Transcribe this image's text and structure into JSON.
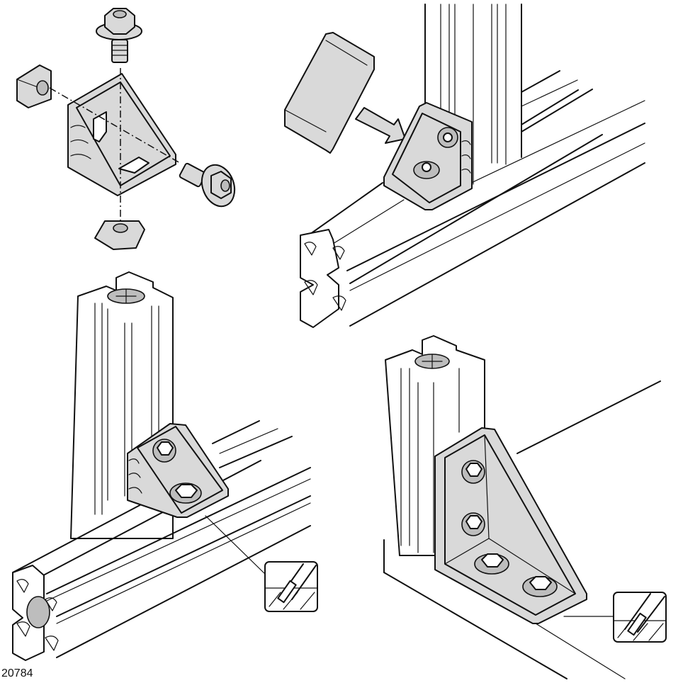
{
  "figure": {
    "id_label": "20784",
    "panels": [
      {
        "name": "exploded-angle-bracket",
        "description": "Exploded view: angle bracket with two T-slot nuts and two flanged screws"
      },
      {
        "name": "cover-cap-assembly",
        "description": "Cover cap being fitted onto mounted angle bracket (arrow)"
      },
      {
        "name": "bracket-mounted-profiles",
        "description": "Angle bracket joining vertical and horizontal profiles with detail inset"
      },
      {
        "name": "large-gusset-bracket",
        "description": "Large gusset bracket with four screws and detail inset"
      }
    ]
  },
  "colors": {
    "line": "#111111",
    "part_fill": "#d9d9d9",
    "background": "#ffffff"
  }
}
